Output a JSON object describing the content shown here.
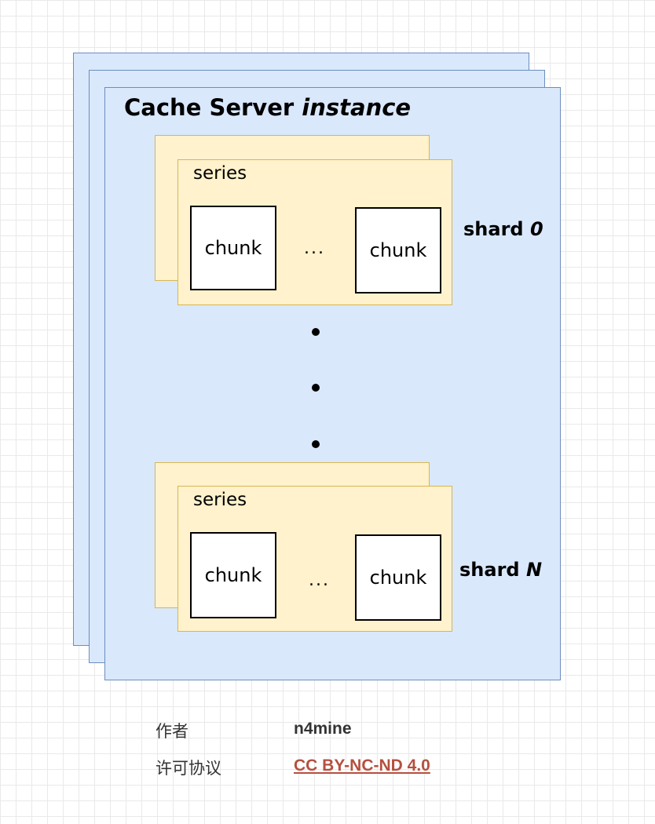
{
  "diagram": {
    "title_main": "Cache Server",
    "title_italic": "instance",
    "shards": [
      {
        "series_label": "series",
        "chunk_left": "chunk",
        "ellipsis": "...",
        "chunk_right": "chunk",
        "shard_word": "shard",
        "shard_id": "0"
      },
      {
        "series_label": "series",
        "chunk_left": "chunk",
        "ellipsis": "...",
        "chunk_right": "chunk",
        "shard_word": "shard",
        "shard_id": "N"
      }
    ],
    "colors": {
      "instance_fill": "#dae8fc",
      "instance_stroke": "#6c8ebf",
      "series_fill": "#fff2cc",
      "series_stroke": "#d6b656",
      "link": "#b5503f"
    }
  },
  "footer": {
    "author_label": "作者",
    "author_value": "n4mine",
    "license_label": "许可协议",
    "license_value": "CC BY-NC-ND 4.0"
  }
}
